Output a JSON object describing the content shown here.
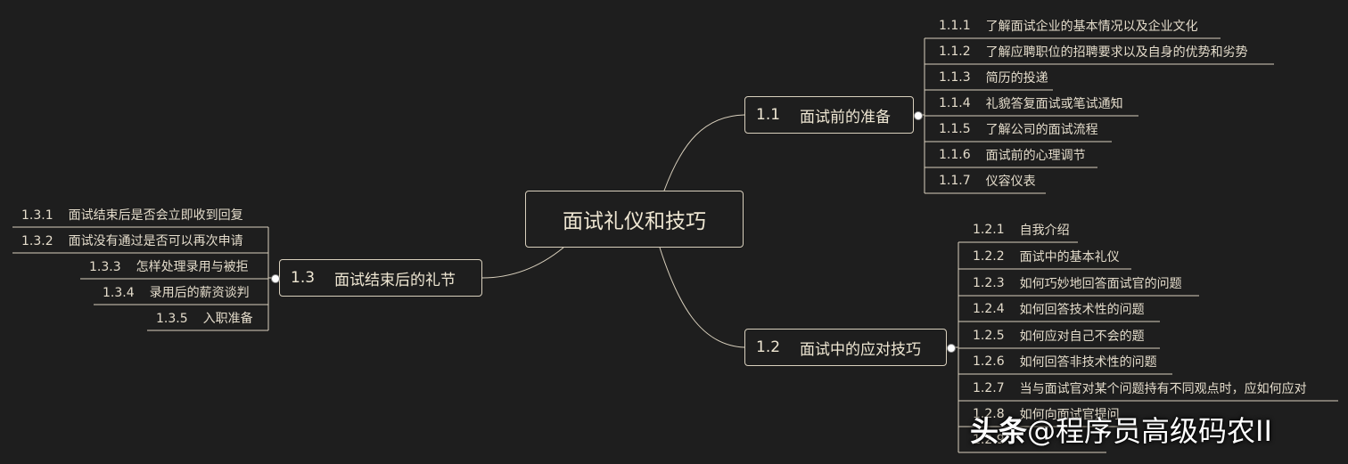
{
  "root": {
    "label": "面试礼仪和技巧"
  },
  "branches": [
    {
      "num": "1.1",
      "label": "面试前的准备",
      "children": [
        {
          "num": "1.1.1",
          "label": "了解面试企业的基本情况以及企业文化"
        },
        {
          "num": "1.1.2",
          "label": "了解应聘职位的招聘要求以及自身的优势和劣势"
        },
        {
          "num": "1.1.3",
          "label": "简历的投递"
        },
        {
          "num": "1.1.4",
          "label": "礼貌答复面试或笔试通知"
        },
        {
          "num": "1.1.5",
          "label": "了解公司的面试流程"
        },
        {
          "num": "1.1.6",
          "label": "面试前的心理调节"
        },
        {
          "num": "1.1.7",
          "label": "仪容仪表"
        }
      ]
    },
    {
      "num": "1.2",
      "label": "面试中的应对技巧",
      "children": [
        {
          "num": "1.2.1",
          "label": "自我介绍"
        },
        {
          "num": "1.2.2",
          "label": "面试中的基本礼仪"
        },
        {
          "num": "1.2.3",
          "label": "如何巧妙地回答面试官的问题"
        },
        {
          "num": "1.2.4",
          "label": "如何回答技术性的问题"
        },
        {
          "num": "1.2.5",
          "label": "如何应对自己不会的题"
        },
        {
          "num": "1.2.6",
          "label": "如何回答非技术性的问题"
        },
        {
          "num": "1.2.7",
          "label": "当与面试官对某个问题持有不同观点时，应如何应对"
        },
        {
          "num": "1.2.8",
          "label": "如何向面试官提问"
        },
        {
          "num": "1.2.9",
          "label": ""
        }
      ]
    },
    {
      "num": "1.3",
      "label": "面试结束后的礼节",
      "children": [
        {
          "num": "1.3.1",
          "label": "面试结束后是否会立即收到回复"
        },
        {
          "num": "1.3.2",
          "label": "面试没有通过是否可以再次申请"
        },
        {
          "num": "1.3.3",
          "label": "怎样处理录用与被拒"
        },
        {
          "num": "1.3.4",
          "label": "录用后的薪资谈判"
        },
        {
          "num": "1.3.5",
          "label": "入职准备"
        }
      ]
    }
  ],
  "watermark": {
    "head": "头条",
    "text": "@程序员高级码农II"
  },
  "colors": {
    "background": "#1e1e1e",
    "line": "#d9d0bd",
    "text": "#efe7d3"
  }
}
